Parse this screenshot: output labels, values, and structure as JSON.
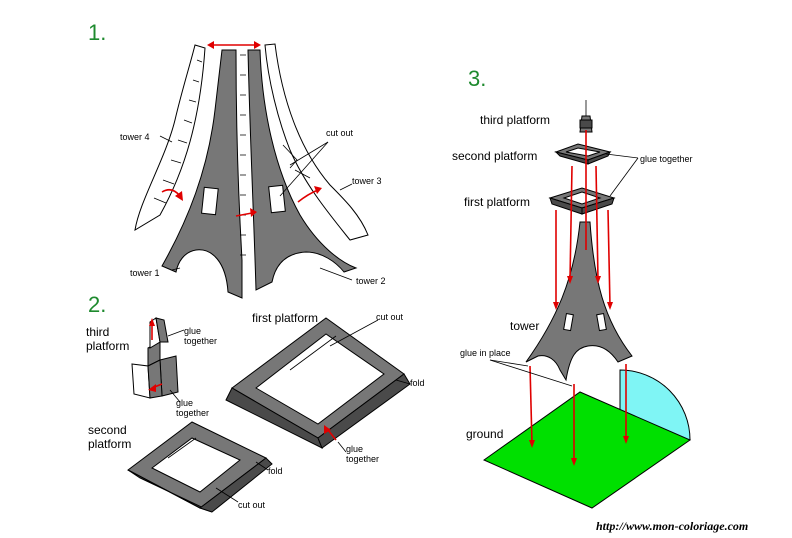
{
  "steps": {
    "step1": "1.",
    "step2": "2.",
    "step3": "3."
  },
  "panel1": {
    "tower4": "tower 4",
    "cut_out": "cut out",
    "tower3": "tower 3",
    "tower1": "tower 1",
    "tower2": "tower 2"
  },
  "panel2": {
    "third_platform_line1": "third",
    "third_platform_line2": "platform",
    "glue_together_1a": "glue",
    "glue_together_1b": "together",
    "glue_together_2a": "glue",
    "glue_together_2b": "together",
    "first_platform": "first platform",
    "cut_out_1": "cut out",
    "fold_1": "fold",
    "glue_together_3a": "glue",
    "glue_together_3b": "together",
    "second_platform_line1": "second",
    "second_platform_line2": "platform",
    "fold_2": "fold",
    "cut_out_2": "cut out"
  },
  "panel3": {
    "third_platform": "third platform",
    "second_platform": "second platform",
    "glue_together": "glue together",
    "first_platform": "first platform",
    "tower": "tower",
    "glue_in_place": "glue in place",
    "ground": "ground"
  },
  "footer": {
    "url": "http://www.mon-coloriage.com"
  },
  "colors": {
    "step_number": "#1e8a2e",
    "arrow": "#e00000",
    "tower_gray": "#777777",
    "ground_green": "#00e000",
    "dome_cyan": "#7ff5f5"
  }
}
